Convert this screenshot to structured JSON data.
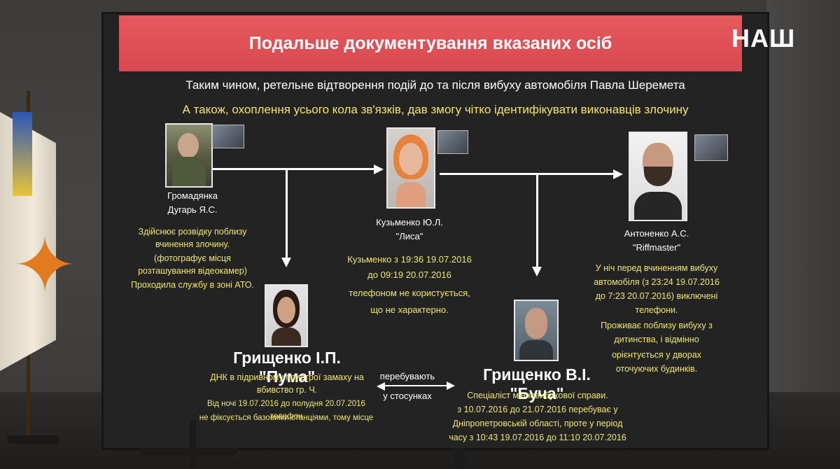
{
  "slide": {
    "title": "Подальше документування вказаних осіб",
    "line1": "Таким чином, ретельне відтворення подій до та після вибуху автомобіля Павла Шеремета",
    "line2": "А також, охоплення усього кола зв'язків, дав змогу чітко ідентифікувати виконавців злочину"
  },
  "logo": "НАШ",
  "persons": {
    "dugar": {
      "role": "Громадянка",
      "name": "Дугарь Я.С.",
      "notes": [
        "Здійснює розвідку поблизу",
        "вчинення злочину.",
        "(фотографує місця",
        "розташування відеокамер)",
        "Проходила службу в зоні АТО."
      ]
    },
    "kuzmenko": {
      "name": "Кузьменко Ю.Л.",
      "nick": "\"Лиса\"",
      "notes": [
        "Кузьменко з 19:36 19.07.2016",
        "до 09:19 20.07.2016",
        "телефоном не користується,",
        "що не характерно."
      ]
    },
    "antonenko": {
      "name": "Антоненко А.С.",
      "nick": "\"Riffmaster\"",
      "notes": [
        "У ніч перед вчиненням вибуху",
        "автомобіля (з 23:24 19.07.2016",
        "до 7:23 20.07.2016) виключені",
        "телефони.",
        "Проживає поблизу вибуху з",
        "дитинства, і відмінно",
        "орієнтується у дворах",
        "оточуючих будинків."
      ]
    },
    "puma": {
      "name": "Грищенко І.П. \"Пума\"",
      "notes": [
        "ДНК в підривному пристрої замаху на",
        "вбивство гр. Ч.",
        "Від ночі 19.07.2016 до полудня 20.07.2016 телефон",
        "не фіксується базовими станціями, тому місце"
      ]
    },
    "bucha": {
      "name": "Грищенко В.І.  \"Буча\"",
      "notes": [
        "Спеціаліст мінновибухової справи.",
        "з 10.07.2016 до 21.07.2016 перебуває у",
        "Дніпропетровській області, проте у період",
        "часу з 10:43 19.07.2016 до 11:10 20.07.2016"
      ]
    }
  },
  "relation": {
    "line1": "перебувають",
    "line2": "у стосунках"
  },
  "colors": {
    "banner": "#e05257",
    "highlight": "#f5e66a",
    "screen": "#232323"
  }
}
